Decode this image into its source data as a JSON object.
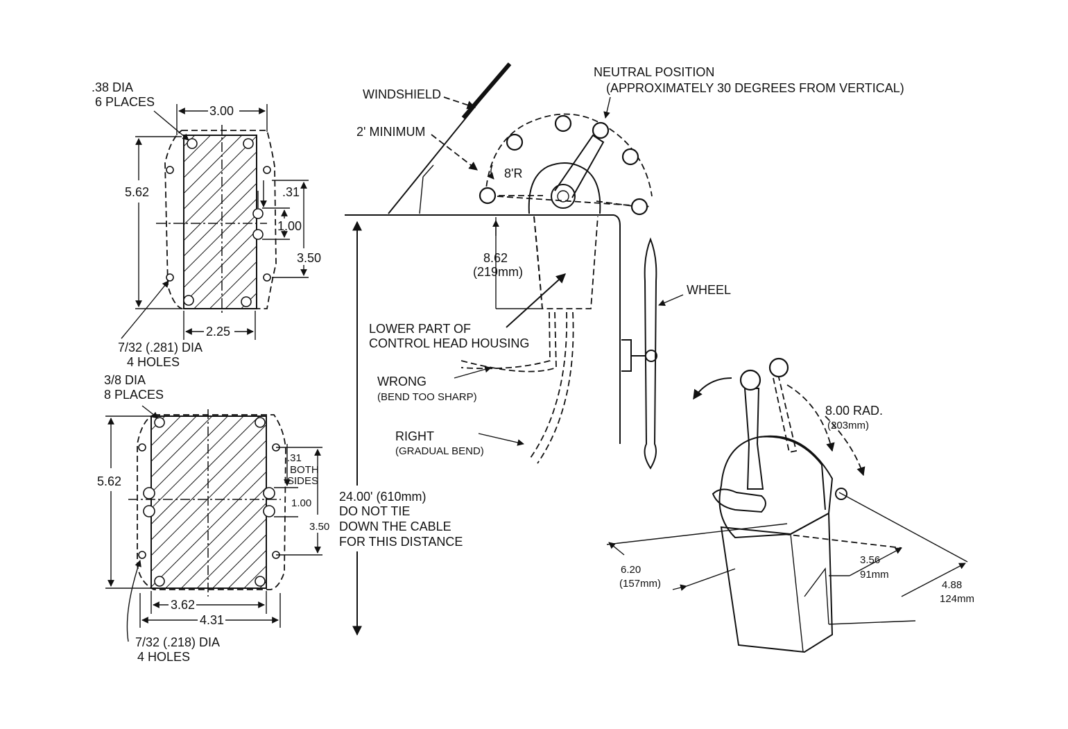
{
  "top_template": {
    "large_holes": ".38 DIA",
    "large_holes_count": "6 PLACES",
    "top_width": "3.00",
    "height": "5.62",
    "offset": ".31",
    "spacing": "1.00",
    "side_span": "3.50",
    "bottom_width": "2.25",
    "small_holes": "7/32 (.281) DIA",
    "small_holes_count": "4 HOLES"
  },
  "bottom_template": {
    "large_holes": "3/8 DIA",
    "large_holes_count": "8 PLACES",
    "height": "5.62",
    "offset": ".31",
    "both": "BOTH",
    "sides": "SIDES",
    "spacing": "1.00",
    "side_span": "3.50",
    "inner_width": "3.62",
    "outer_width": "4.31",
    "small_holes": "7/32 (.218) DIA",
    "small_holes_count": "4 HOLES"
  },
  "installation": {
    "neutral": "NEUTRAL POSITION",
    "neutral_note": "(APPROXIMATELY 30 DEGREES FROM VERTICAL)",
    "windshield": "WINDSHIELD",
    "minimum": "2' MINIMUM",
    "radius": "8'R",
    "housing_depth": "8.62",
    "housing_depth_mm": "(219mm)",
    "wheel": "WHEEL",
    "lower_part_1": "LOWER  PART OF",
    "lower_part_2": "CONTROL  HEAD  HOUSING",
    "wrong": "WRONG",
    "wrong_note": "(BEND TOO SHARP)",
    "right": "RIGHT",
    "right_note": "(GRADUAL BEND)",
    "cable_length": "24.00' (610mm)",
    "note_1": "DO NOT TIE",
    "note_2": "DOWN THE CABLE",
    "note_3": "FOR THIS DISTANCE"
  },
  "control_head": {
    "lever_radius": "8.00 RAD.",
    "lever_radius_mm": "(203mm)",
    "width": "6.20",
    "width_mm": "(157mm)",
    "depth": "3.56",
    "depth_mm": "91mm",
    "length": "4.88",
    "length_mm": "124mm"
  }
}
